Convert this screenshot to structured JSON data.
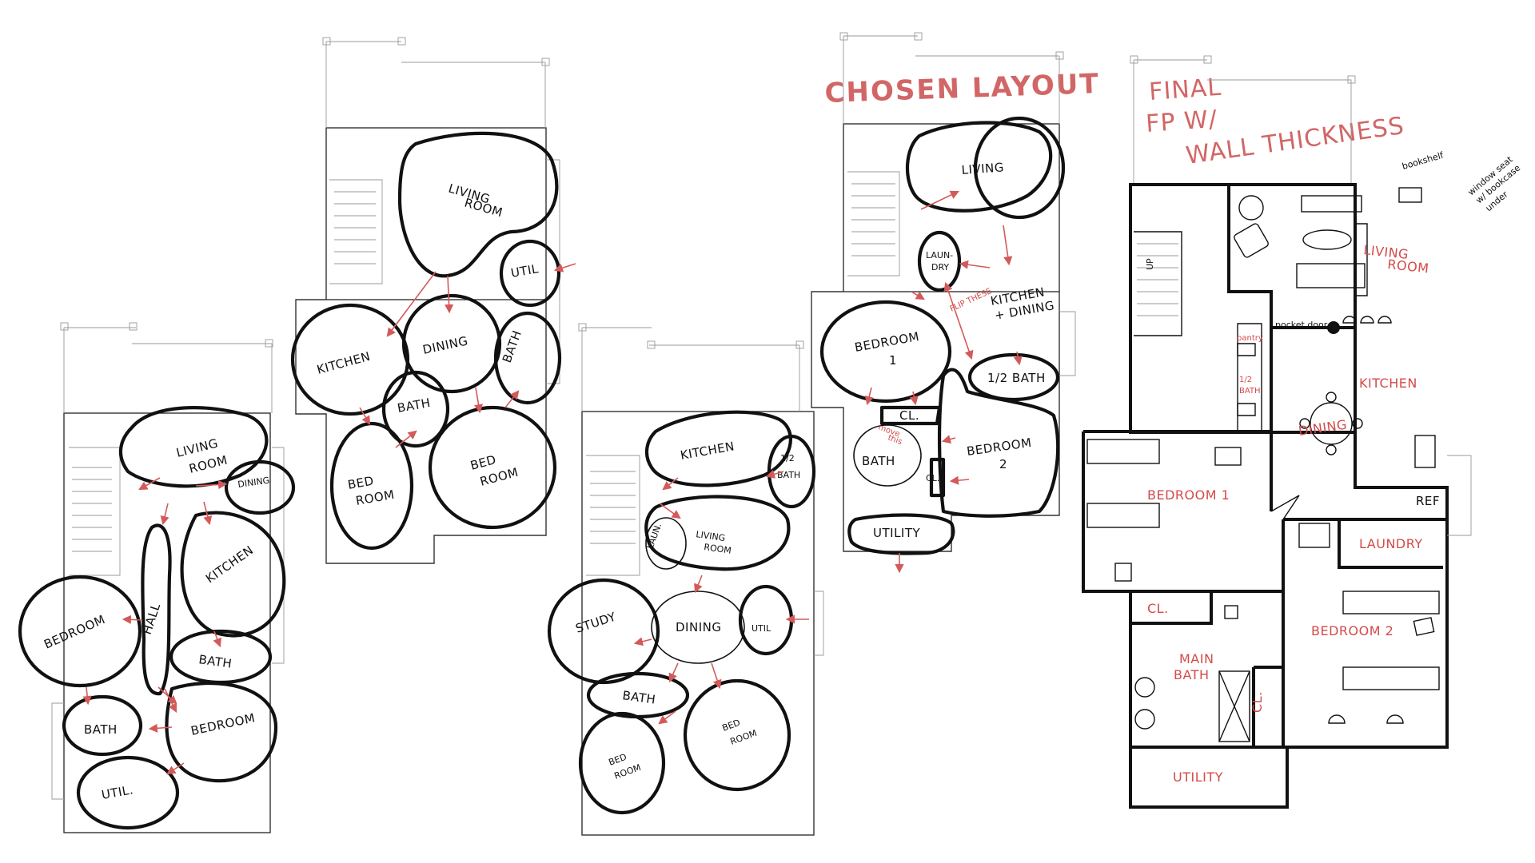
{
  "headings": {
    "chosen": "CHOSEN LAYOUT",
    "final_line1": "FINAL",
    "final_line2": "FP W/",
    "final_line3": "WALL THICKNESS"
  },
  "plan1": {
    "living": "LIVING",
    "room": "ROOM",
    "dining": "DINING",
    "kitchen": "KITCHEN",
    "bedroom_left": "BEDROOM",
    "hall": "HALL",
    "bath_mid": "BATH",
    "bath_low": "BATH",
    "bedroom_right": "BEDROOM",
    "util": "UTIL."
  },
  "plan2": {
    "living": "LIVING",
    "room": "ROOM",
    "util": "UTIL",
    "kitchen": "KITCHEN",
    "dining": "DINING",
    "bath_right": "BATH",
    "bath_mid": "BATH",
    "bed1_line1": "BED",
    "bed1_line2": "ROOM",
    "bed2_line1": "BED",
    "bed2_line2": "ROOM"
  },
  "plan3": {
    "kitchen": "KITCHEN",
    "half": "1/2",
    "bath_half": "BATH",
    "laun": "LAUN.",
    "living": "LIVING",
    "room": "ROOM",
    "study": "STUDY",
    "dining": "DINING",
    "util": "UTIL",
    "bath": "BATH",
    "bed1_line1": "BED",
    "bed1_line2": "ROOM",
    "bed2_line1": "BED",
    "bed2_line2": "ROOM"
  },
  "plan4": {
    "living": "LIVING",
    "laun1": "LAUN-",
    "laun2": "DRY",
    "flip": "FLIP THESE",
    "kitchen": "KITCHEN",
    "dining": "+ DINING",
    "bedroom1_a": "BEDROOM",
    "bedroom1_b": "1",
    "half_bath": "1/2 BATH",
    "cl1": "CL.",
    "move1": "move",
    "move2": "this",
    "bath": "BATH",
    "bedroom2_a": "BEDROOM",
    "bedroom2_b": "2",
    "cl2": "CL.",
    "utility": "UTILITY"
  },
  "plan5": {
    "bookshelf": "bookshelf",
    "window_note1": "window seat",
    "window_note2": "w/ bookcase",
    "window_note3": "under",
    "living": "LIVING",
    "room": "ROOM",
    "pantry": "pantry",
    "pocket_door": "pocket door",
    "half_1": "1/2",
    "half_2": "BATH",
    "kitchen": "KITCHEN",
    "dining": "DINING",
    "ref": "REF",
    "bedroom1": "BEDROOM 1",
    "laundry": "LAUNDRY",
    "bedroom2": "BEDROOM 2",
    "cl_left": "CL.",
    "cl_right": "CL.",
    "main": "MAIN",
    "bath": "BATH",
    "utility": "UTILITY",
    "up": "UP"
  },
  "colors": {
    "annotation_red": "#d44a4a",
    "heading_red": "#d26666",
    "bubble_black": "#111111"
  }
}
